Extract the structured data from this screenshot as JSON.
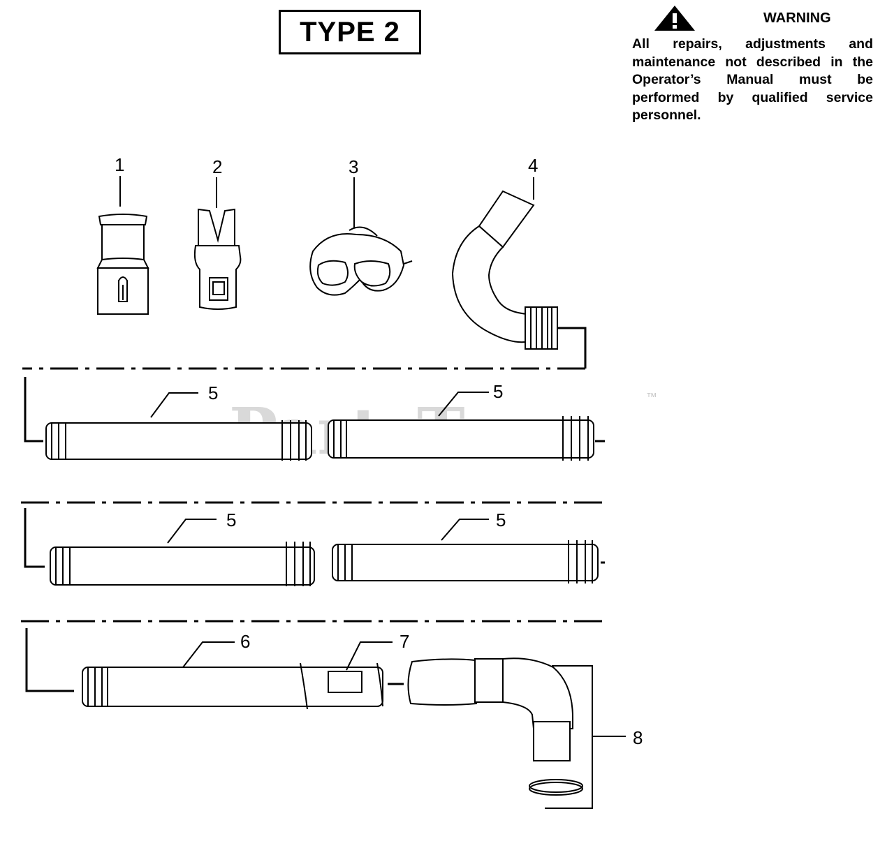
{
  "header": {
    "type_label": "TYPE 2"
  },
  "warning": {
    "title": "WARNING",
    "text": "All repairs, adjustments and maintenance not described in the Operator’s Manual must be performed by qualified service personnel.",
    "icon": "warning-triangle-icon"
  },
  "watermark": {
    "text": "PartsTree",
    "trademark": "™"
  },
  "callouts": {
    "p1": "1",
    "p2": "2",
    "p3": "3",
    "p4": "4",
    "p5a": "5",
    "p5b": "5",
    "p5c": "5",
    "p5d": "5",
    "p6": "6",
    "p7": "7",
    "p8": "8"
  }
}
